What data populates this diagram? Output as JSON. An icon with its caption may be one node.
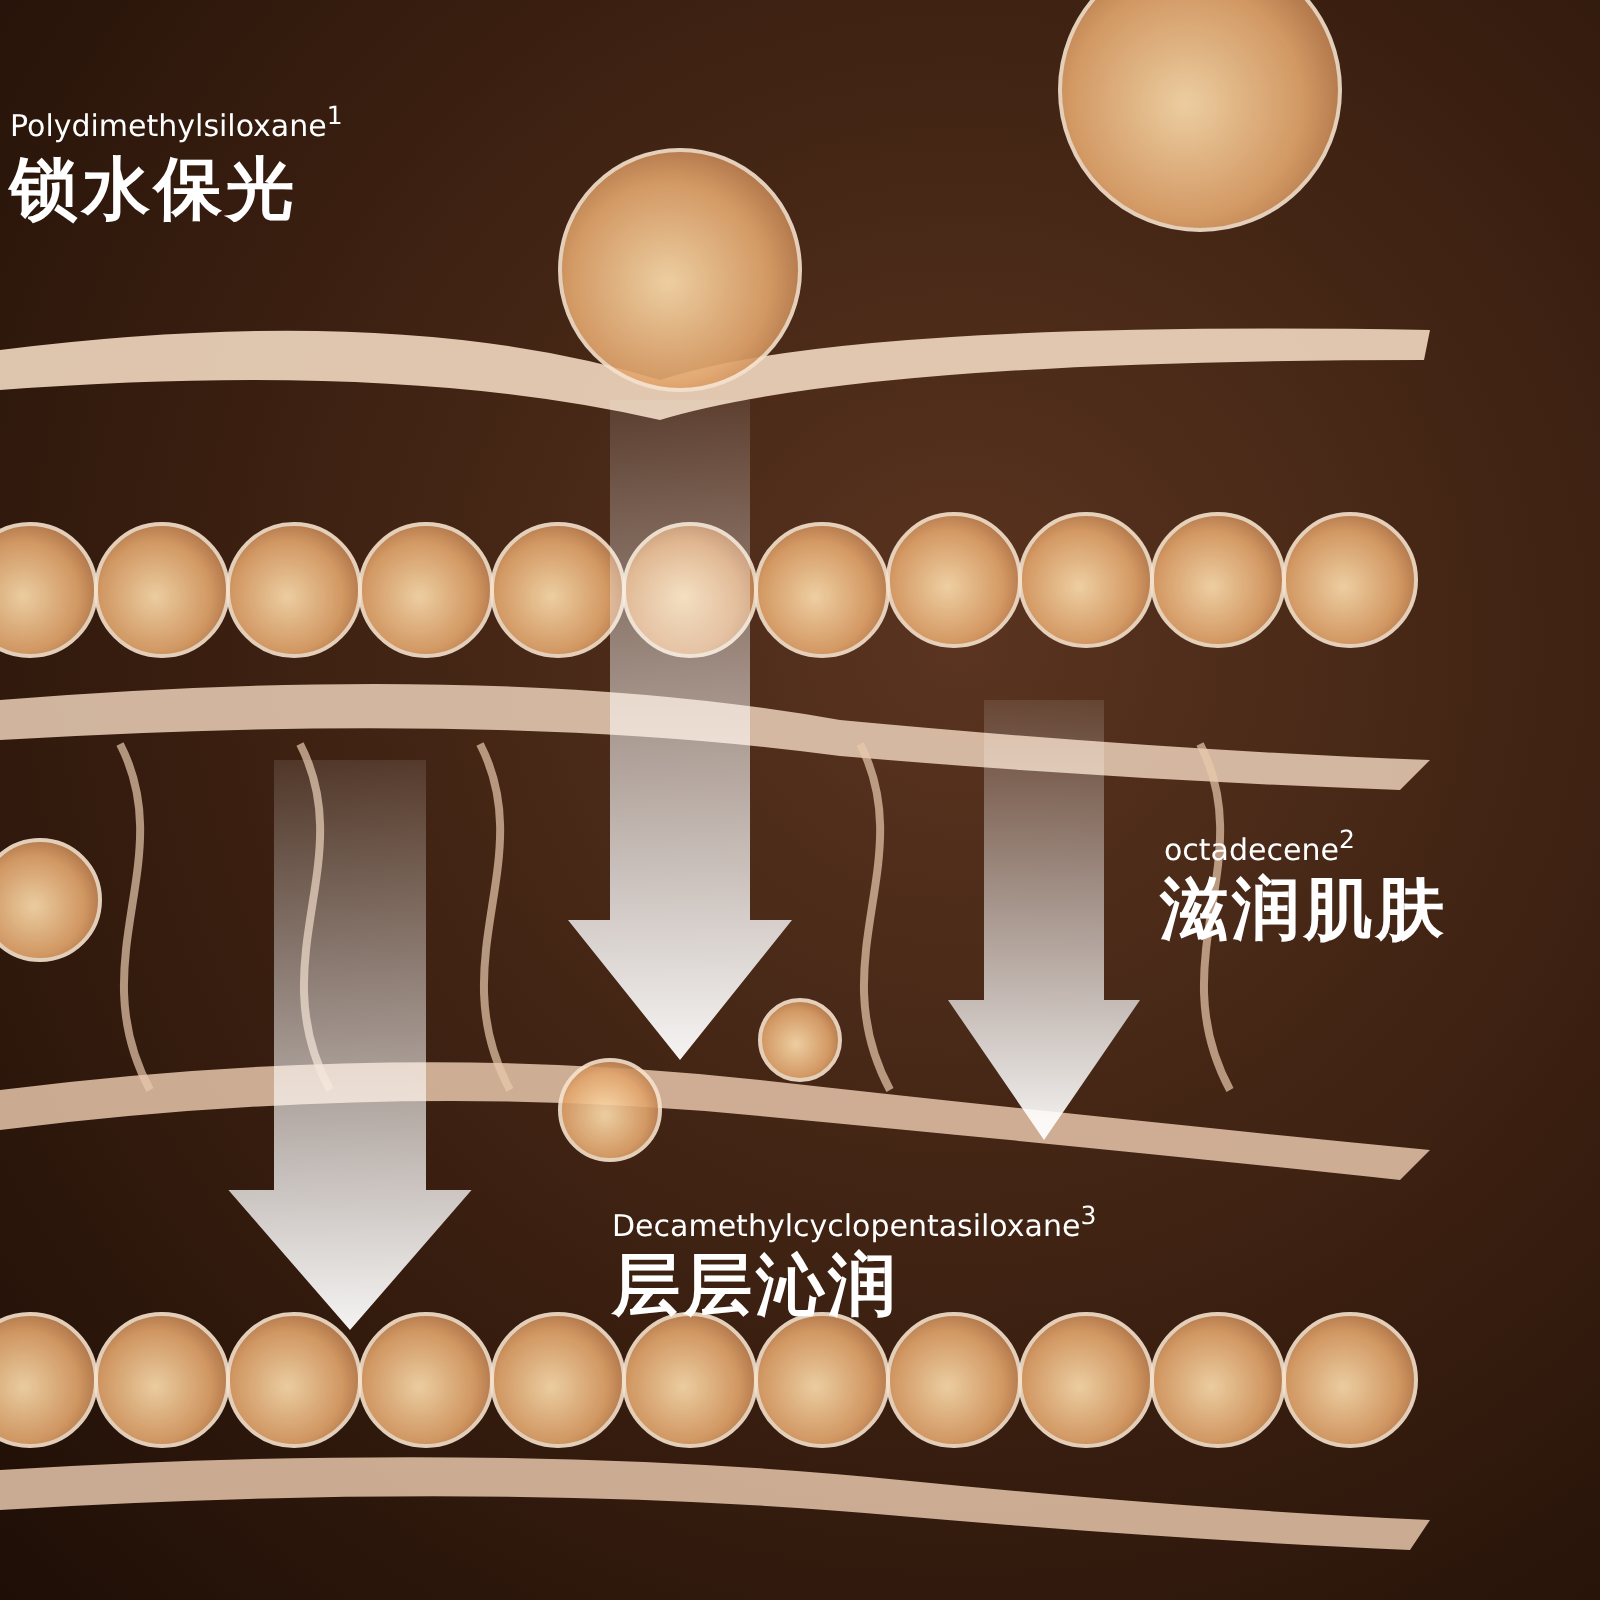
{
  "diagram": {
    "labels": [
      "Polydimethylsiloxane$^{1}$",
      "锁水保光",
      "octadecene$^{2}$",
      "滋润肌肤",
      "Decamethylcyclopentasiloxane$^{3}$",
      "层层沁润"
    ]
  }
}
